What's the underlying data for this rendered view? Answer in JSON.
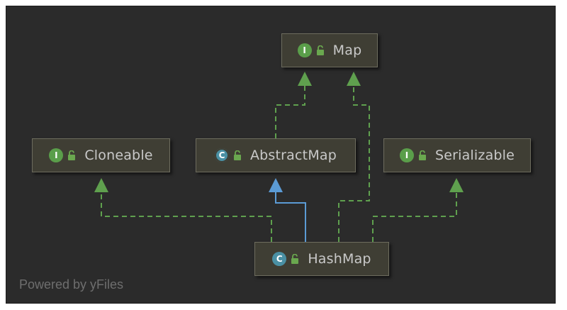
{
  "diagram": {
    "nodes": [
      {
        "id": "map",
        "label": "Map",
        "kind": "interface",
        "kind_glyph": "I"
      },
      {
        "id": "cloneable",
        "label": "Cloneable",
        "kind": "interface",
        "kind_glyph": "I"
      },
      {
        "id": "abstractmap",
        "label": "AbstractMap",
        "kind": "abstract-class",
        "kind_glyph": "C"
      },
      {
        "id": "serializable",
        "label": "Serializable",
        "kind": "interface",
        "kind_glyph": "I"
      },
      {
        "id": "hashmap",
        "label": "HashMap",
        "kind": "class",
        "kind_glyph": "C"
      }
    ],
    "edges": [
      {
        "from": "abstractmap",
        "to": "map",
        "type": "implements"
      },
      {
        "from": "hashmap",
        "to": "map",
        "type": "implements"
      },
      {
        "from": "hashmap",
        "to": "cloneable",
        "type": "implements"
      },
      {
        "from": "hashmap",
        "to": "abstractmap",
        "type": "extends"
      },
      {
        "from": "hashmap",
        "to": "serializable",
        "type": "implements"
      }
    ],
    "colors": {
      "background": "#2b2b2b",
      "node_fill": "#3f3e34",
      "implements_edge": "#5fa04e",
      "extends_edge": "#5b9bd5",
      "interface_badge": "#5a9e4a",
      "class_badge": "#4a90a4"
    }
  },
  "watermark": "Powered by yFiles"
}
